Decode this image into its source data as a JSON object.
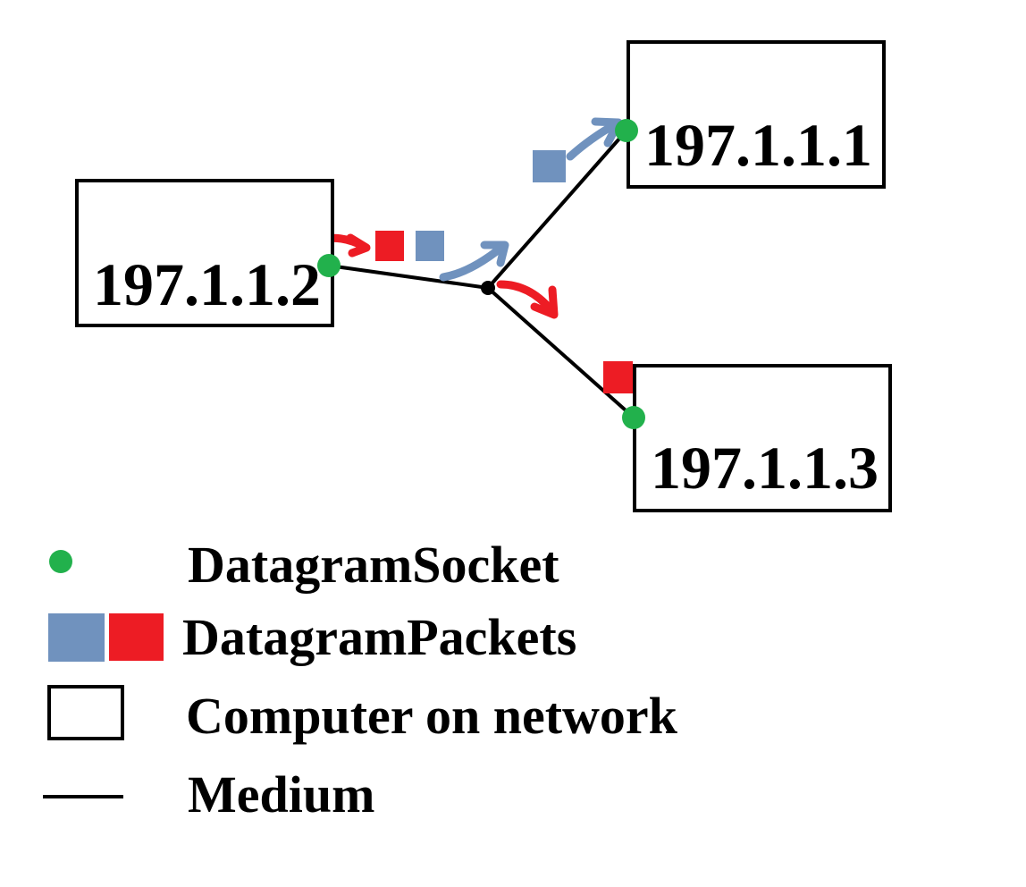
{
  "colors": {
    "socket": "#22b14c",
    "packet_blue": "#7092be",
    "packet_red": "#ed1c24",
    "line": "#000000"
  },
  "computers": [
    {
      "id": "left",
      "label": "197.1.1.2"
    },
    {
      "id": "top-right",
      "label": "197.1.1.1"
    },
    {
      "id": "bottom-right",
      "label": "197.1.1.3"
    }
  ],
  "legend": {
    "socket_label": "DatagramSocket",
    "packets_label": "DatagramPackets",
    "computer_label": "Computer on network",
    "medium_label": "Medium"
  }
}
